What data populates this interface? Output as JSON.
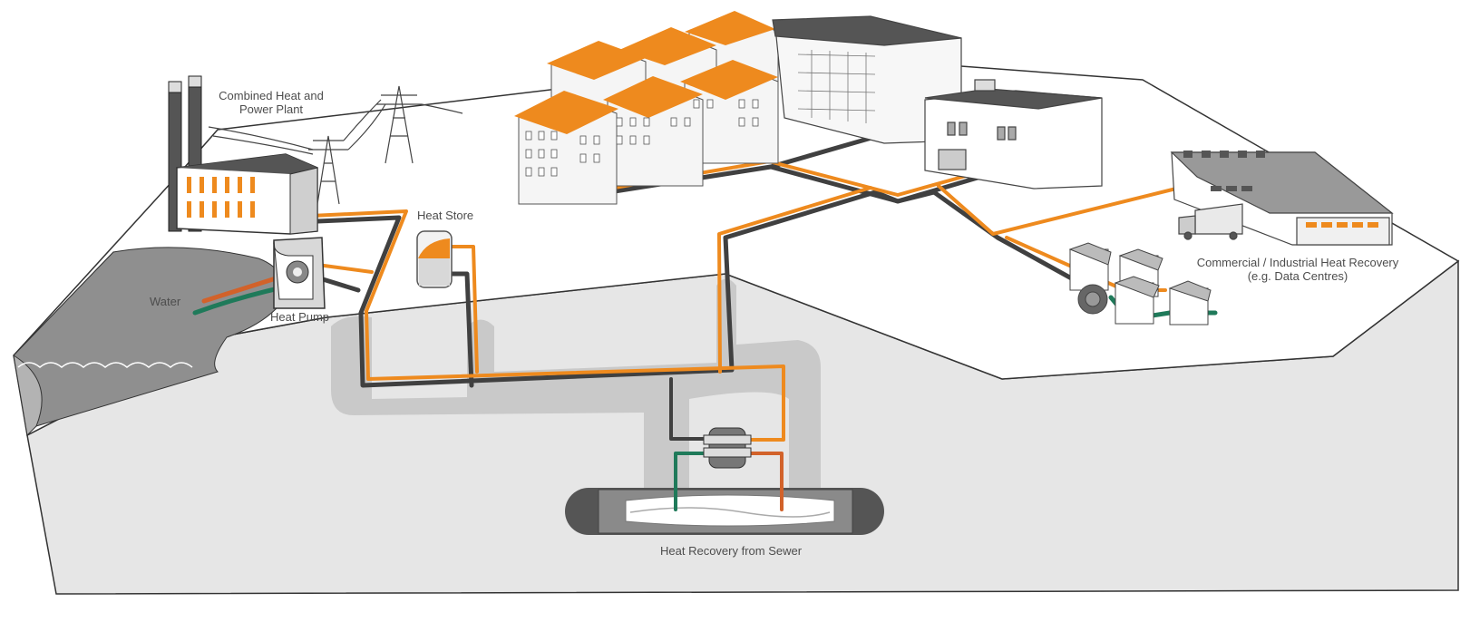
{
  "labels": {
    "chp_line1": "Combined Heat and",
    "chp_line2": "Power Plant",
    "heat_store": "Heat Store",
    "water": "Water",
    "heat_pump": "Heat Pump",
    "commercial_line1": "Commercial / Industrial Heat Recovery",
    "commercial_line2": "(e.g. Data Centres)",
    "sewer": "Heat Recovery from Sewer"
  },
  "colors": {
    "hot_pipe": "#ee8a1e",
    "return_pipe": "#404040",
    "water_pipe": "#1f7a5a",
    "water_inlet": "#d2622a",
    "roof": "#ee8a1e",
    "ground_top": "#ffffff",
    "ground_front": "#e6e6e6",
    "trench": "#c9c9c9",
    "water_body": "#8f8f8f"
  }
}
